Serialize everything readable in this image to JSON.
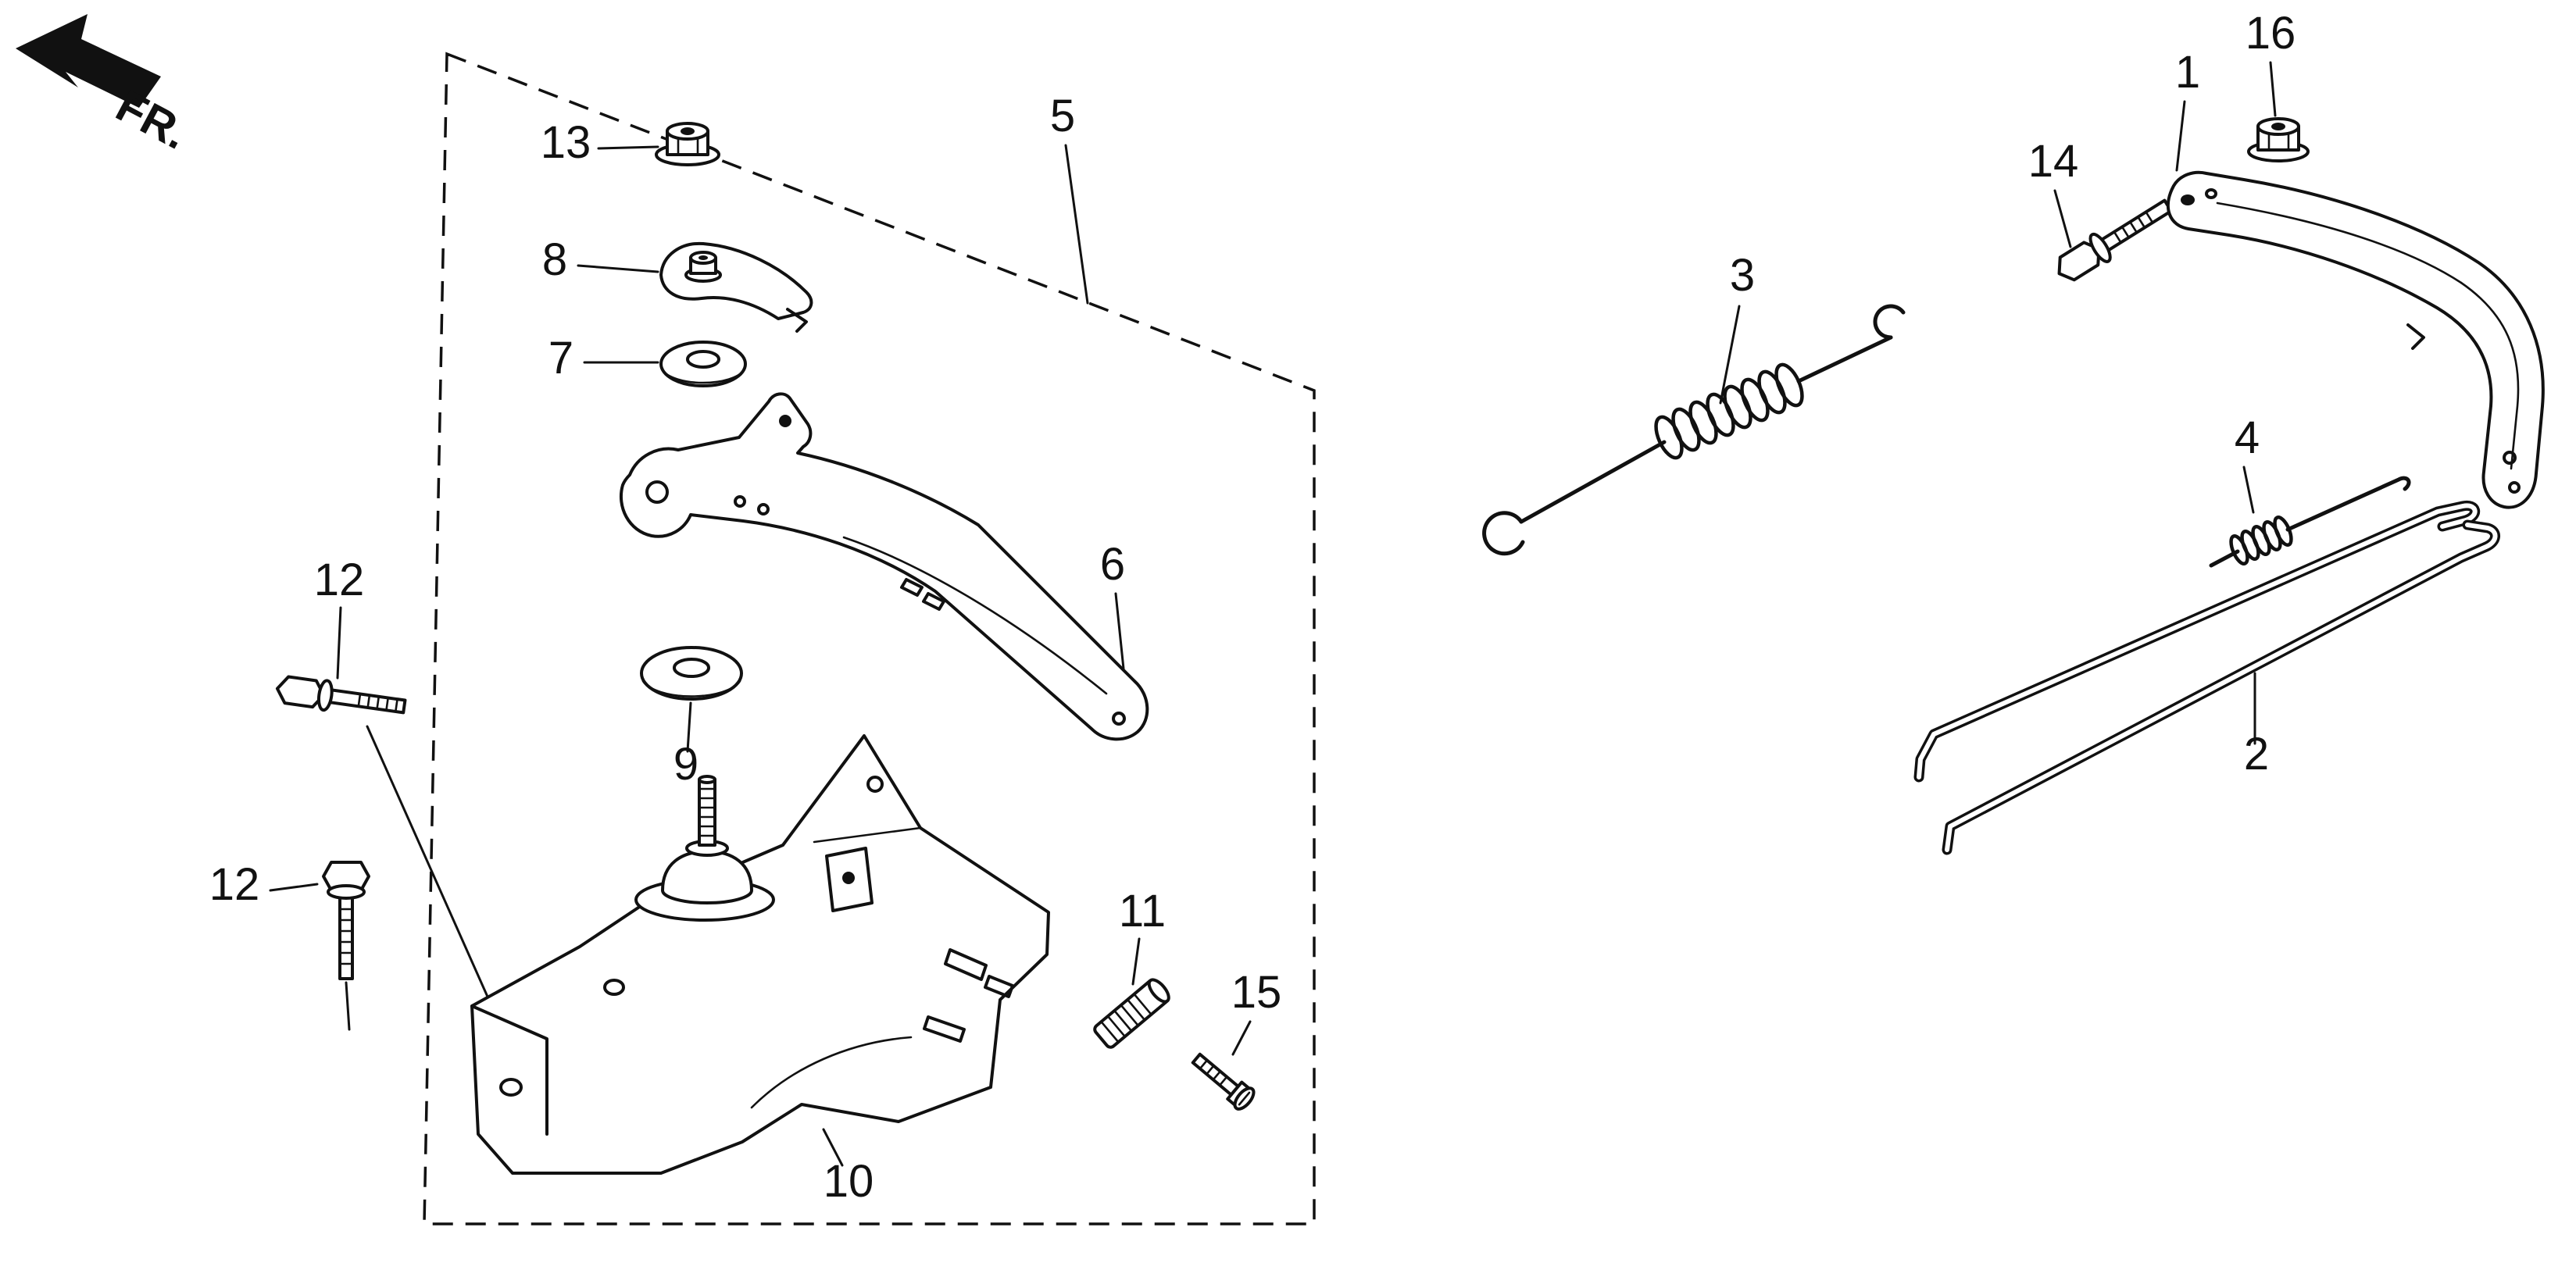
{
  "canvas": {
    "background": "#ffffff",
    "ink": "#111111"
  },
  "fr_indicator": {
    "label": "FR."
  },
  "callouts": [
    {
      "id": "1",
      "label": "1"
    },
    {
      "id": "2",
      "label": "2"
    },
    {
      "id": "3",
      "label": "3"
    },
    {
      "id": "4",
      "label": "4"
    },
    {
      "id": "5",
      "label": "5"
    },
    {
      "id": "6",
      "label": "6"
    },
    {
      "id": "7",
      "label": "7"
    },
    {
      "id": "8",
      "label": "8"
    },
    {
      "id": "9",
      "label": "9"
    },
    {
      "id": "10",
      "label": "10"
    },
    {
      "id": "11",
      "label": "11"
    },
    {
      "id": "12-upper",
      "label": "12"
    },
    {
      "id": "12-lower",
      "label": "12"
    },
    {
      "id": "13",
      "label": "13"
    },
    {
      "id": "14",
      "label": "14"
    },
    {
      "id": "15",
      "label": "15"
    },
    {
      "id": "16",
      "label": "16"
    }
  ]
}
